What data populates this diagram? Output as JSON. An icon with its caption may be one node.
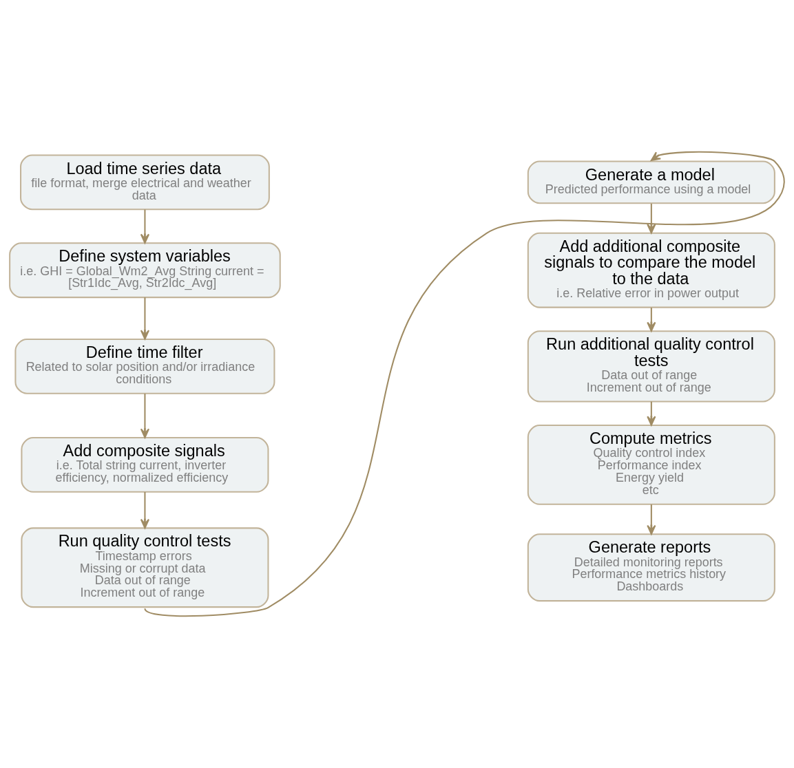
{
  "diagram": {
    "nodes": [
      {
        "text": [
          "Load time series data",
          "file format, merge electrical and weather data"
        ]
      },
      {
        "text": [
          "Define system variables",
          "i.e. GHI = Global_Wm2_Avg String current = [Str1Idc_Avg, Str2Idc_Avg]"
        ]
      },
      {
        "text": [
          "Define time filter",
          "Related to solar position and/or irradiance conditions"
        ]
      },
      {
        "text": [
          "Add composite signals",
          "i.e. Total string current, inverter efficiency, normalized efficiency"
        ]
      },
      {
        "text": [
          "Run quality control tests",
          "Timestamp errors",
          "Missing or corrupt data",
          "Data out of range",
          "Increment out of range"
        ]
      },
      {
        "text": [
          "Generate a model",
          "Predicted performance using a model"
        ]
      },
      {
        "text": [
          "Add additional composite signals to compare the model to the data",
          "i.e. Relative error in power output"
        ]
      },
      {
        "text": [
          "Run additional quality control tests",
          "Data out of range",
          "Increment out of range"
        ]
      },
      {
        "text": [
          "Compute metrics",
          "Quality control index",
          "Performance index",
          "Energy yield",
          "etc"
        ]
      },
      {
        "text": [
          "Generate reports",
          "Detailed monitoring reports",
          "Performance metrics history",
          "Dashboards"
        ]
      }
    ],
    "edges": [
      {
        "from": 0,
        "to": 1,
        "arrow": "to"
      },
      {
        "from": 1,
        "to": 2,
        "arrow": "to"
      },
      {
        "from": 2,
        "to": 3,
        "arrow": "to"
      },
      {
        "from": 3,
        "to": 4,
        "arrow": "to"
      },
      {
        "from": 4,
        "to": 5,
        "arrow": "to"
      },
      {
        "from": 5,
        "to": 6,
        "arrow": "to"
      },
      {
        "from": 6,
        "to": 7,
        "arrow": "to"
      },
      {
        "from": 7,
        "to": 8,
        "arrow": "to"
      },
      {
        "from": 8,
        "to": 9,
        "arrow": "to"
      }
    ]
  }
}
